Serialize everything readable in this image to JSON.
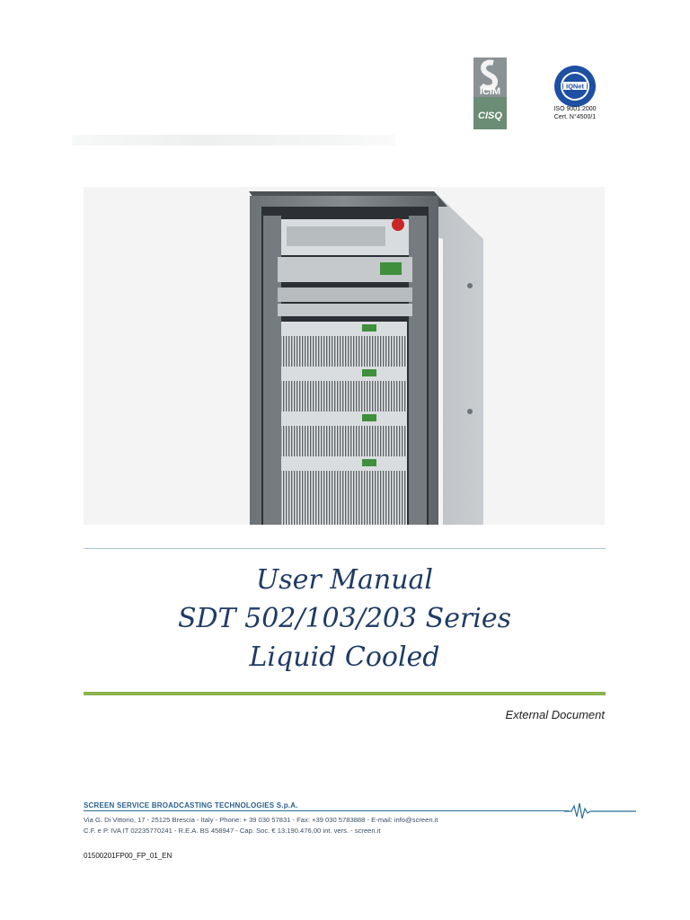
{
  "logos": {
    "icim_text": "ICIM",
    "cisq_text": "CISQ",
    "iqnet_text": "IQNet",
    "iso_line1": "ISO 9001:2000",
    "iso_line2": "Cert. N°4500/1"
  },
  "product_image": {
    "icon": "rack-transmitter-image"
  },
  "title": {
    "line1": "User Manual",
    "line2": "SDT 502/103/203 Series",
    "line3": "Liquid Cooled"
  },
  "document_type": "External Document",
  "footer": {
    "company": "SCREEN SERVICE BROADCASTING TECHNOLOGIES S.p.A.",
    "address_line1": "Via G. Di Vittorio, 17 - 25125 Brescia - Italy - Phone: + 39 030 57831 - Fax: +39 030 5783888 - E-mail: info@screen.it",
    "address_line2": "C.F. e P. IVA IT 02235770241 - R.E.A. BS 458947 - Cap. Soc. € 13.190.476,00 int. vers. - screen.it",
    "doc_code": "01500201FP00_FP_01_EN"
  },
  "colors": {
    "title": "#1f3b64",
    "rule_green": "#8db34f",
    "rule_blue": "#a9c7d4",
    "company_blue": "#2a5f8a"
  }
}
